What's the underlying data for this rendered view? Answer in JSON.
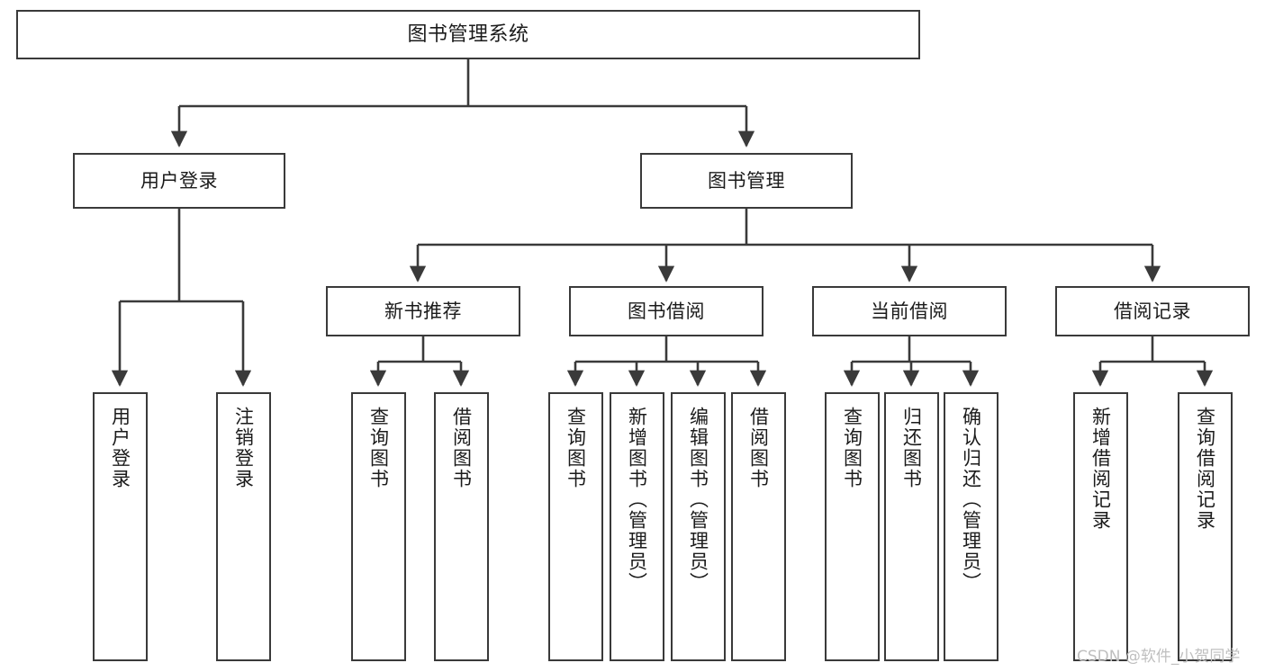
{
  "diagram": {
    "type": "tree-hierarchy-chart",
    "title": "图书管理系统",
    "watermark": "CSDN @软件_小贺同学",
    "colors": {
      "stroke": "#3a3a3a",
      "fill": "#ffffff",
      "text": "#1b1b1b",
      "watermark": "#bfbfbf"
    },
    "nodes": {
      "root": {
        "label": "图书管理系统"
      },
      "level2": [
        {
          "id": "user-login",
          "label": "用户登录"
        },
        {
          "id": "book-manage",
          "label": "图书管理"
        }
      ],
      "level3": [
        {
          "id": "new-book-recommend",
          "label": "新书推荐"
        },
        {
          "id": "book-borrow",
          "label": "图书借阅"
        },
        {
          "id": "current-borrow",
          "label": "当前借阅"
        },
        {
          "id": "borrow-record",
          "label": "借阅记录"
        }
      ],
      "leaves": {
        "user-login": [
          {
            "id": "leaf-user-login",
            "label": "用户登录"
          },
          {
            "id": "leaf-logout",
            "label": "注销登录"
          }
        ],
        "new-book-recommend": [
          {
            "id": "leaf-query-book-1",
            "label": "查询图书"
          },
          {
            "id": "leaf-borrow-book-1",
            "label": "借阅图书"
          }
        ],
        "book-borrow": [
          {
            "id": "leaf-query-book-2",
            "label": "查询图书"
          },
          {
            "id": "leaf-add-book",
            "label": "新增图书（管理员）"
          },
          {
            "id": "leaf-edit-book",
            "label": "编辑图书（管理员）"
          },
          {
            "id": "leaf-borrow-book-2",
            "label": "借阅图书"
          }
        ],
        "current-borrow": [
          {
            "id": "leaf-query-book-3",
            "label": "查询图书"
          },
          {
            "id": "leaf-return-book",
            "label": "归还图书"
          },
          {
            "id": "leaf-confirm-return",
            "label": "确认归还（管理员）"
          }
        ],
        "borrow-record": [
          {
            "id": "leaf-add-record",
            "label": "新增借阅记录"
          },
          {
            "id": "leaf-query-record",
            "label": "查询借阅记录"
          }
        ]
      }
    }
  }
}
